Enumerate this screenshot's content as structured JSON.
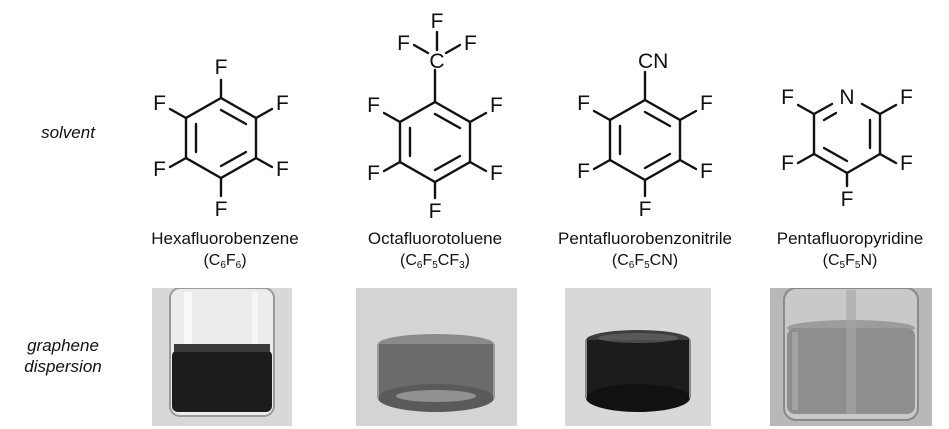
{
  "row_labels": {
    "solvent": "solvent",
    "dispersion_line1": "graphene",
    "dispersion_line2": "dispersion"
  },
  "atoms": {
    "fluorine": "F",
    "carbon": "C",
    "nitrogen": "N",
    "cyano": "CN"
  },
  "solvents": [
    {
      "name": "Hexafluorobenzene",
      "formula": [
        [
          "C",
          ""
        ],
        [
          "6",
          "sub"
        ],
        [
          "F",
          ""
        ],
        [
          "6",
          "sub"
        ]
      ],
      "dispersion_darkness": "dark"
    },
    {
      "name": "Octafluorotoluene",
      "formula": [
        [
          "C",
          ""
        ],
        [
          "6",
          "sub"
        ],
        [
          "F",
          ""
        ],
        [
          "5",
          "sub"
        ],
        [
          "CF",
          ""
        ],
        [
          "3",
          "sub"
        ]
      ],
      "dispersion_darkness": "medium"
    },
    {
      "name": "Pentafluorobenzonitrile",
      "formula": [
        [
          "C",
          ""
        ],
        [
          "6",
          "sub"
        ],
        [
          "F",
          ""
        ],
        [
          "5",
          "sub"
        ],
        [
          "CN",
          ""
        ]
      ],
      "dispersion_darkness": "dark"
    },
    {
      "name": "Pentafluoropyridine",
      "formula": [
        [
          "C",
          ""
        ],
        [
          "5",
          "sub"
        ],
        [
          "F",
          ""
        ],
        [
          "5",
          "sub"
        ],
        [
          "N",
          ""
        ]
      ],
      "dispersion_darkness": "light"
    }
  ],
  "colors": {
    "ink": "#111111",
    "photo_background": "#d8d8d8",
    "dark_liquid": "#1c1c1c",
    "medium_liquid": "#6b6b6b",
    "light_liquid": "#8e8e8e"
  }
}
